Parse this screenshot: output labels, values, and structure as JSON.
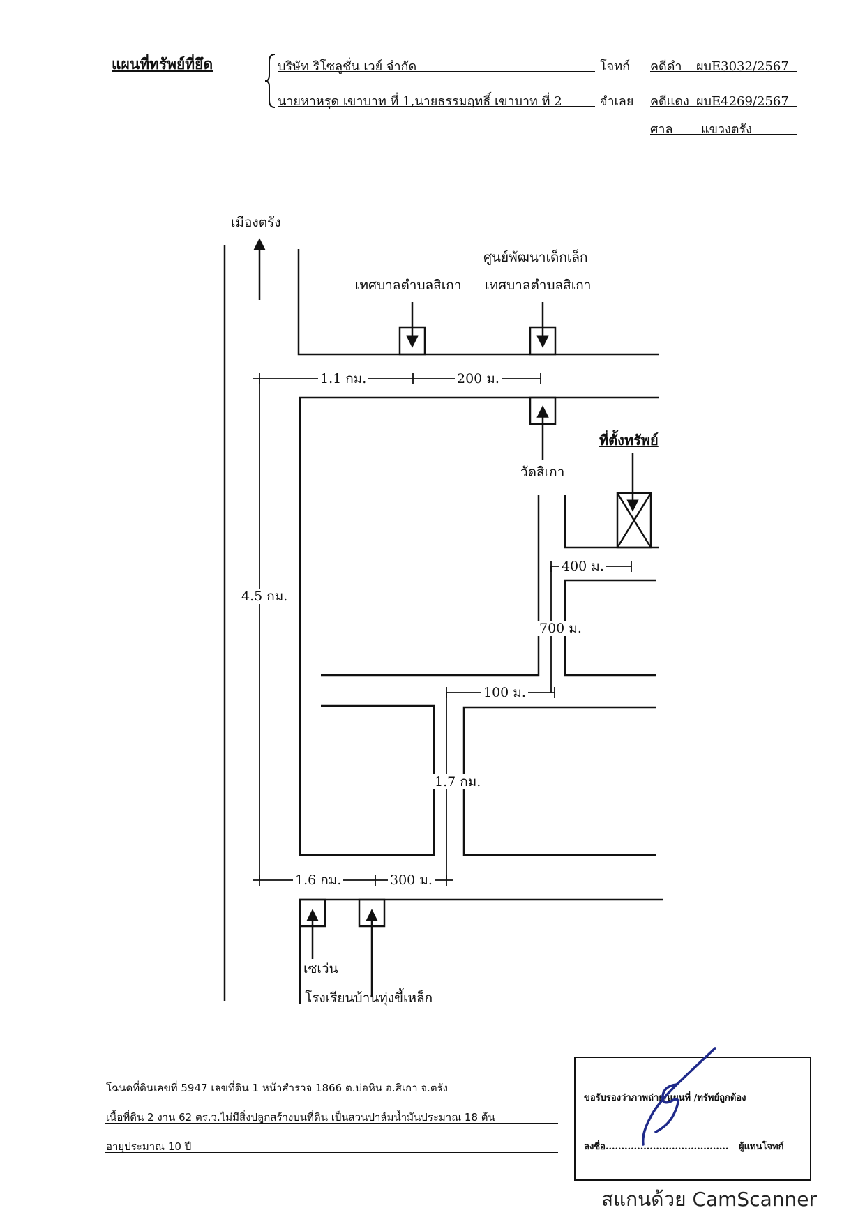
{
  "header": {
    "title": "แผนที่ทรัพย์ที่ยึด",
    "plaintiff_name": "บริษัท ริโซลูชั่น เวย์ จำกัด",
    "plaintiff_role": "โจทก์",
    "defendant_name": "นายหาหรุด เขาบาท ที่ 1,นายธรรมฤทธิ์ เขาบาท ที่ 2",
    "defendant_role": "จำเลย",
    "black_case_label": "คดีดำ",
    "black_case_number": "ผบE3032/2567",
    "red_case_label": "คดีแดง",
    "red_case_number": "ผบE4269/2567",
    "court_label": "ศาล",
    "court_name": "แขวงตรัง"
  },
  "map": {
    "direction_label": "เมืองตรัง",
    "landmark_municipality": "เทศบาลตำบลสิเกา",
    "landmark_childcare_line1": "ศูนย์พัฒนาเด็กเล็ก",
    "landmark_childcare_line2": "เทศบาลตำบลสิเกา",
    "landmark_temple": "วัดสิเกา",
    "property_site_label": "ที่ตั้งทรัพย์",
    "dist_1_1km": "1.1 กม.",
    "dist_200m": "200 ม.",
    "dist_4_5km": "4.5 กม.",
    "dist_400m": "400 ม.",
    "dist_700m": "700 ม.",
    "dist_100m": "100 ม.",
    "dist_1_7km": "1.7 กม.",
    "dist_1_6km": "1.6 กม.",
    "dist_300m": "300 ม.",
    "landmark_seven": "เซเว่น",
    "landmark_school": "โรงเรียนบ้านทุ่งขี้เหล็ก"
  },
  "footer": {
    "line1": "โฉนดที่ดินเลขที่ 5947 เลขที่ดิน 1 หน้าสำรวจ 1866 ต.บ่อหิน อ.สิเกา จ.ตรัง",
    "line2": "เนื้อที่ดิน 2 งาน 62 ตร.ว.ไม่มีสิ่งปลูกสร้างบนที่ดิน เป็นสวนปาล์มน้ำมันประมาณ 18 ต้น",
    "line3": "อายุประมาณ 10 ปี"
  },
  "certification": {
    "statement": "ขอรับรองว่าภาพถ่าย/แผนที่ /ทรัพย์ถูกต้อง",
    "sign_prefix": "ลงชื่อ.......................................",
    "sign_role": "ผู้แทนโจทก์"
  },
  "watermark": {
    "text": "สแกนด้วย CamScanner"
  },
  "colors": {
    "ink": "#111111",
    "signature": "#1f2a8a"
  }
}
